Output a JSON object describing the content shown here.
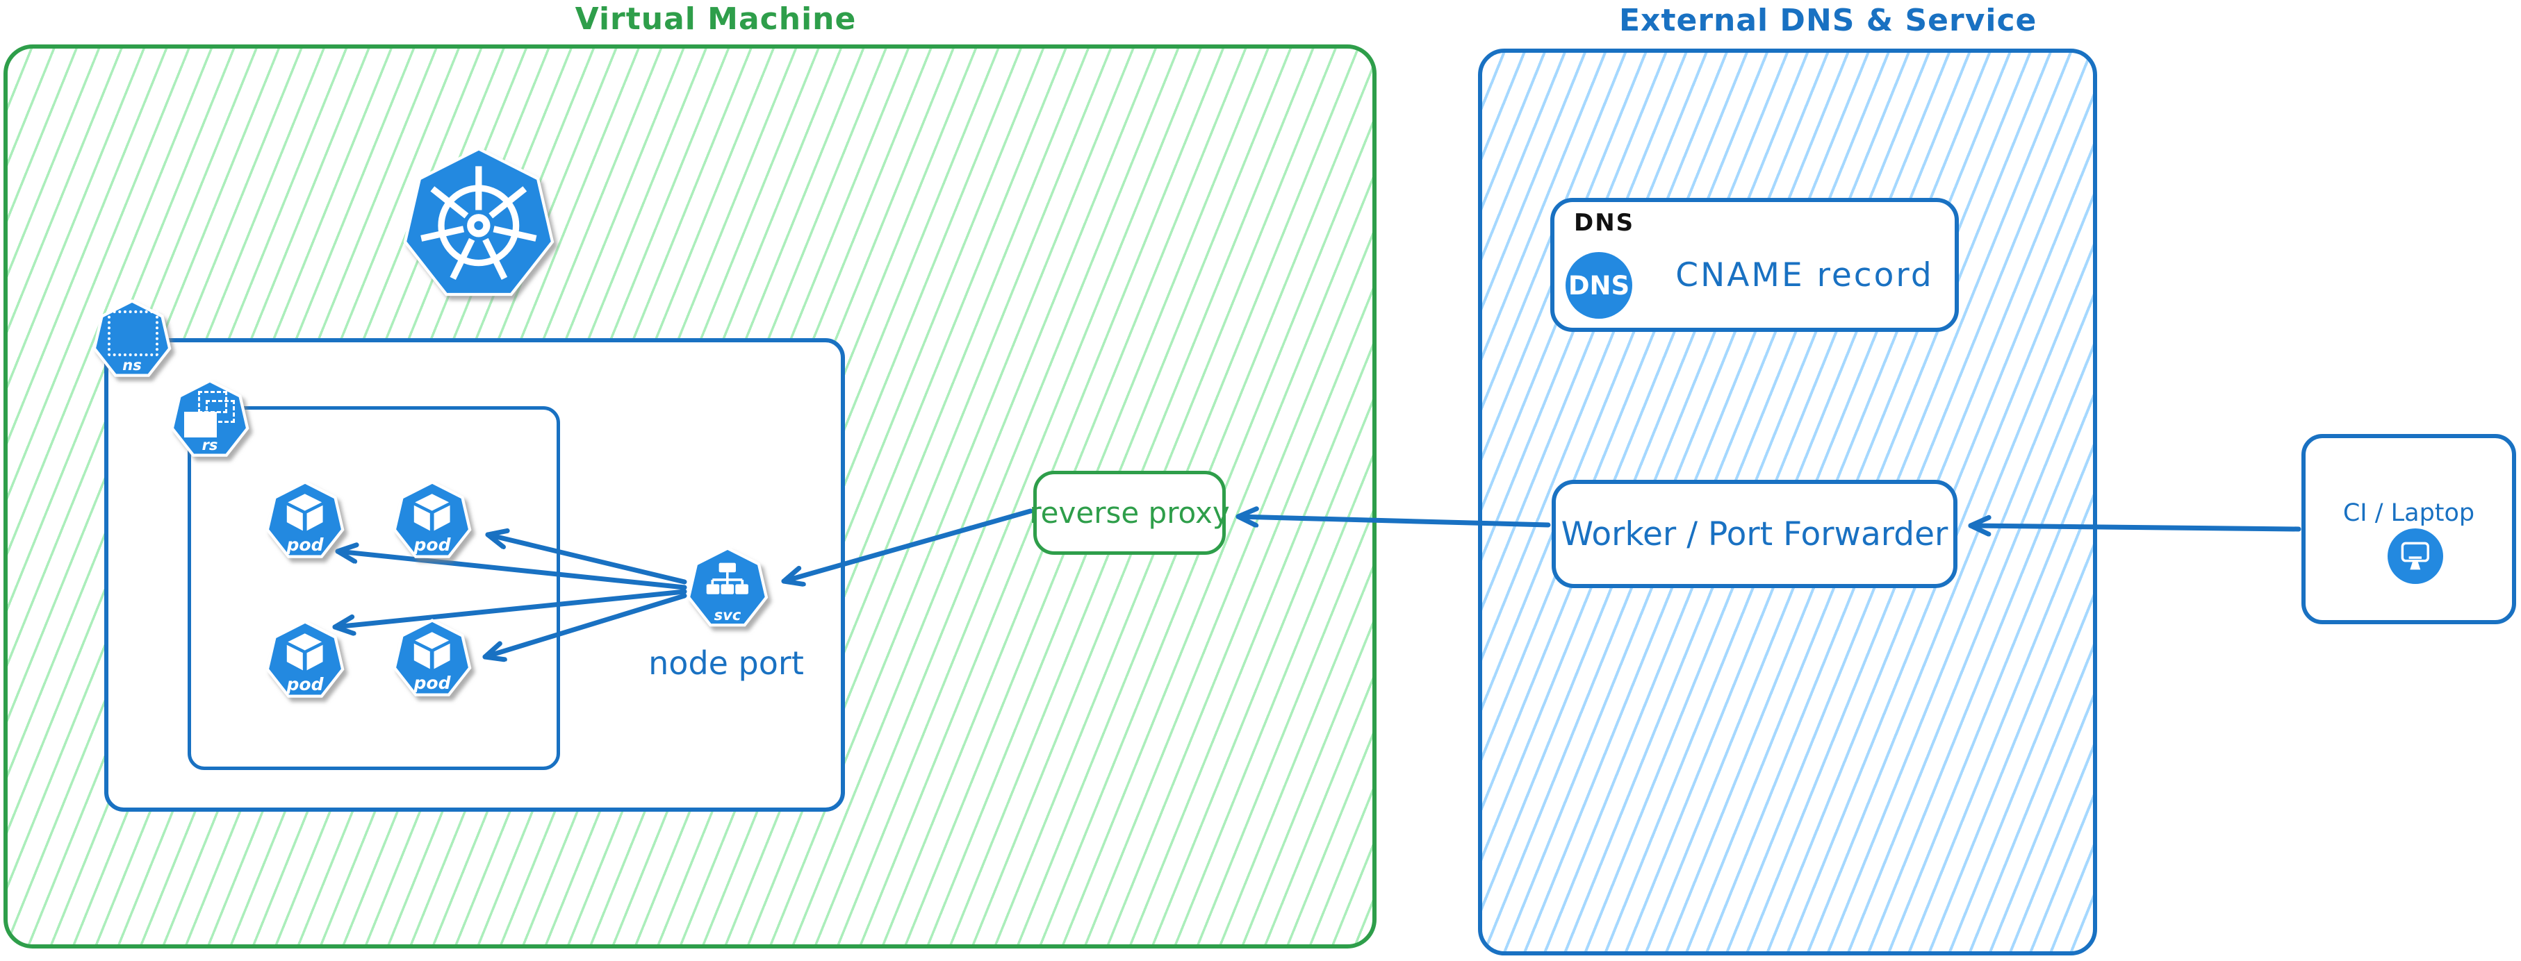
{
  "diagram": {
    "vm": {
      "title": "Virtual Machine"
    },
    "external": {
      "title": "External DNS & Service"
    },
    "namespace": {
      "icon_label": "ns"
    },
    "replicaset": {
      "icon_label": "rs"
    },
    "pods": [
      {
        "label": "pod"
      },
      {
        "label": "pod"
      },
      {
        "label": "pod"
      },
      {
        "label": "pod"
      }
    ],
    "service": {
      "icon_label": "svc",
      "caption": "node port"
    },
    "reverse_proxy": {
      "label": "reverse proxy"
    },
    "dns": {
      "header": "DNS",
      "badge": "DNS",
      "record": "CNAME record"
    },
    "worker": {
      "label": "Worker / Port Forwarder"
    },
    "client": {
      "label": "CI / Laptop"
    },
    "colors": {
      "green": "#2e9e4a",
      "green_hatch": "#abeebb",
      "blue": "#1971c2",
      "blue_hatch": "#a5d8ff",
      "icon_blue": "#2389e0",
      "text_black": "#111111"
    }
  }
}
